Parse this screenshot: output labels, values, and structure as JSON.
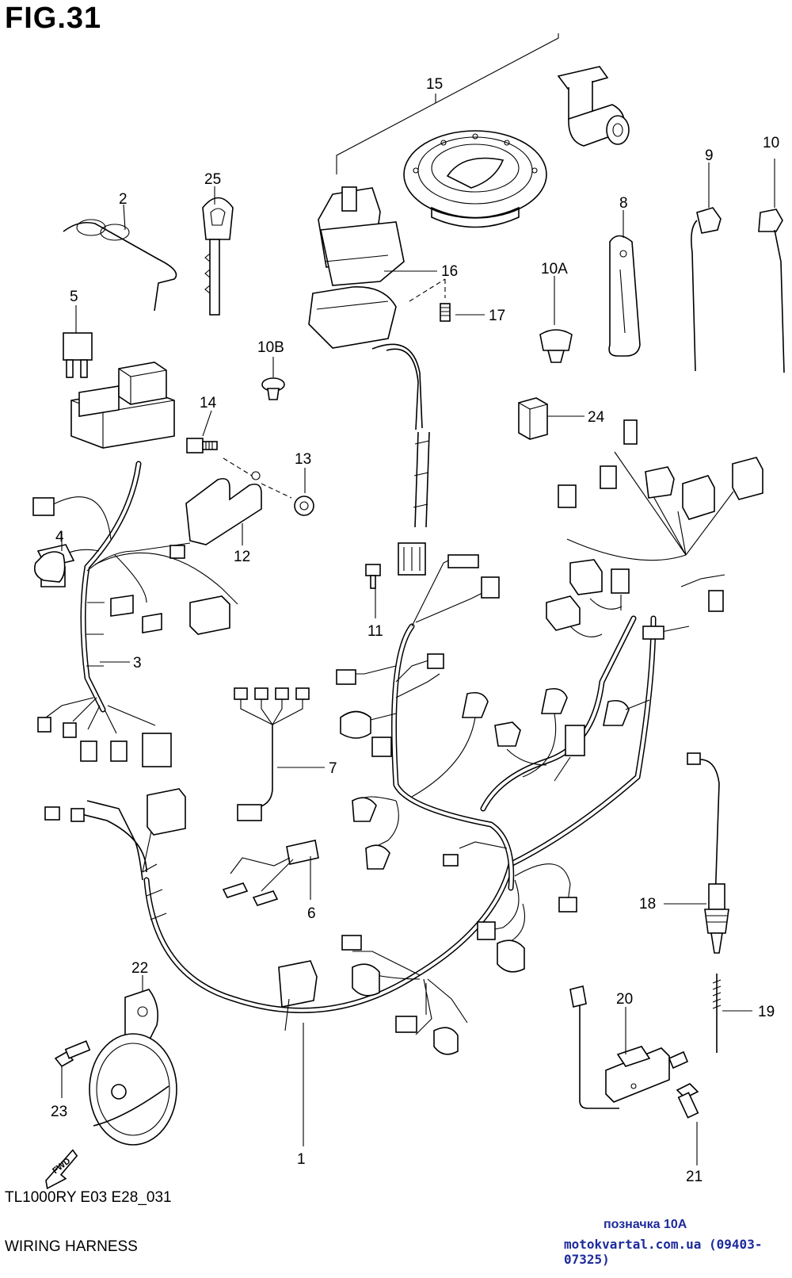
{
  "figure": {
    "title": "FIG.31",
    "model_code": "TL1000RY E03 E28_031",
    "assembly_name": "WIRING HARNESS",
    "note": "позначка 10A",
    "website": "motokvartal.com.ua (09403-07325)"
  },
  "callouts": [
    {
      "id": "15",
      "label": "15"
    },
    {
      "id": "2",
      "label": "2"
    },
    {
      "id": "25",
      "label": "25"
    },
    {
      "id": "9",
      "label": "9"
    },
    {
      "id": "10",
      "label": "10"
    },
    {
      "id": "8",
      "label": "8"
    },
    {
      "id": "16",
      "label": "16"
    },
    {
      "id": "10A",
      "label": "10A"
    },
    {
      "id": "5",
      "label": "5"
    },
    {
      "id": "17",
      "label": "17"
    },
    {
      "id": "10B",
      "label": "10B"
    },
    {
      "id": "14",
      "label": "14"
    },
    {
      "id": "24",
      "label": "24"
    },
    {
      "id": "13",
      "label": "13"
    },
    {
      "id": "4",
      "label": "4"
    },
    {
      "id": "12",
      "label": "12"
    },
    {
      "id": "11",
      "label": "11"
    },
    {
      "id": "3",
      "label": "3"
    },
    {
      "id": "7",
      "label": "7"
    },
    {
      "id": "6",
      "label": "6"
    },
    {
      "id": "18",
      "label": "18"
    },
    {
      "id": "22",
      "label": "22"
    },
    {
      "id": "20",
      "label": "20"
    },
    {
      "id": "19",
      "label": "19"
    },
    {
      "id": "23",
      "label": "23"
    },
    {
      "id": "1",
      "label": "1"
    },
    {
      "id": "21",
      "label": "21"
    }
  ]
}
